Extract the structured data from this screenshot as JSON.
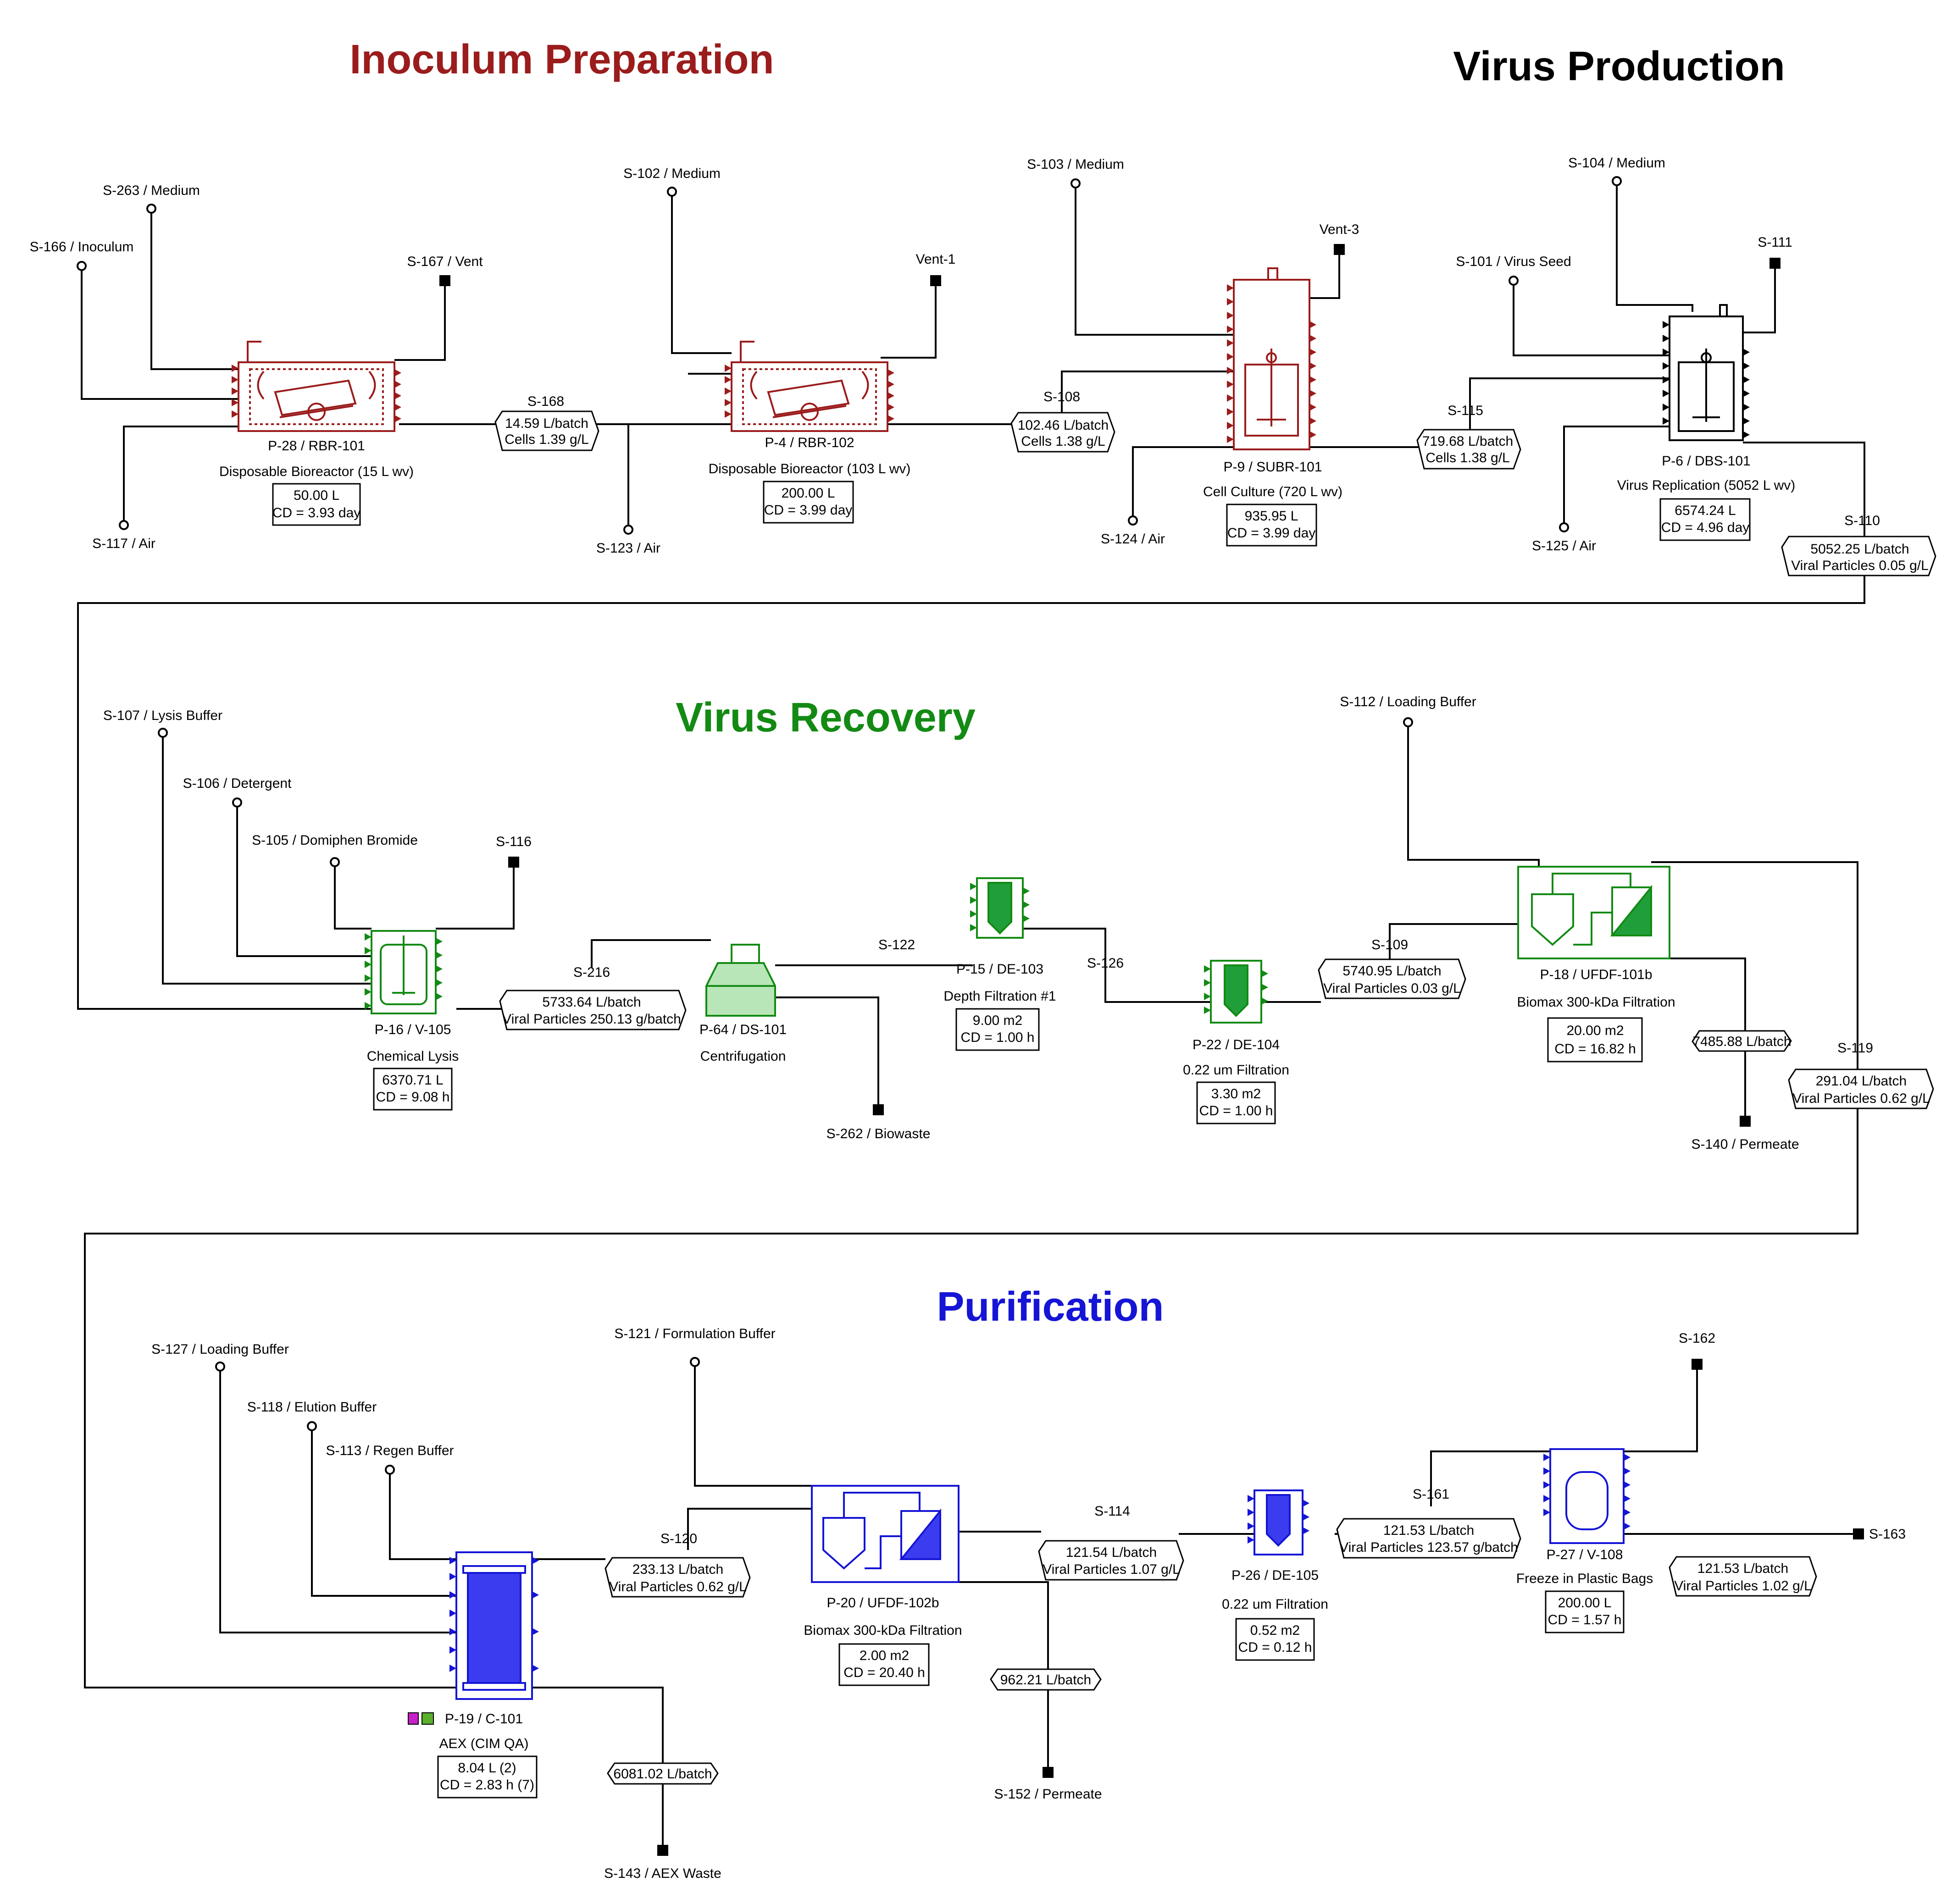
{
  "colors": {
    "inoculum": "#9b1c1c",
    "virus_production": "#000000",
    "recovery": "#138a13",
    "purification": "#1515d6",
    "line": "#000000"
  },
  "sections": {
    "inoculum": "Inoculum Preparation",
    "production": "Virus Production",
    "recovery": "Virus Recovery",
    "purification": "Purification"
  },
  "units": [
    {
      "id": "P-28 / RBR-101",
      "name": "Disposable Bioreactor (15 L wv)",
      "box": [
        "50.00 L",
        "CD = 3.93 day"
      ],
      "icon": "rocking-bioreactor-icon"
    },
    {
      "id": "P-4 / RBR-102",
      "name": "Disposable Bioreactor (103 L wv)",
      "box": [
        "200.00 L",
        "CD = 3.99 day"
      ],
      "icon": "rocking-bioreactor-icon"
    },
    {
      "id": "P-9 / SUBR-101",
      "name": "Cell Culture (720 L wv)",
      "box": [
        "935.95 L",
        "CD = 3.99 day"
      ],
      "icon": "stirred-bioreactor-icon"
    },
    {
      "id": "P-6 / DBS-101",
      "name": "Virus Replication (5052 L wv)",
      "box": [
        "6574.24 L",
        "CD = 4.96 day"
      ],
      "icon": "stirred-bioreactor-icon"
    },
    {
      "id": "P-16 / V-105",
      "name": "Chemical Lysis",
      "box": [
        "6370.71 L",
        "CD = 9.08 h"
      ],
      "icon": "stirred-tank-icon"
    },
    {
      "id": "P-64 / DS-101",
      "name": "Centrifugation",
      "box": [],
      "icon": "disk-stack-centrifuge-icon"
    },
    {
      "id": "P-15 / DE-103",
      "name": "Depth Filtration #1",
      "box": [
        "9.00 m2",
        "CD = 1.00 h"
      ],
      "icon": "depth-filter-icon"
    },
    {
      "id": "P-22 / DE-104",
      "name": "0.22 um Filtration",
      "box": [
        "3.30 m2",
        "CD = 1.00 h"
      ],
      "icon": "depth-filter-icon"
    },
    {
      "id": "P-18 / UFDF-101b",
      "name": "Biomax 300-kDa Filtration",
      "box": [
        "20.00 m2",
        "CD = 16.82 h"
      ],
      "icon": "ufdf-skid-icon"
    },
    {
      "id": "P-19 / C-101",
      "name": "AEX (CIM QA)",
      "box": [
        "8.04 L  (2)",
        "CD = 2.83 h  (7)"
      ],
      "icon": "chromatography-column-icon"
    },
    {
      "id": "P-20 / UFDF-102b",
      "name": "Biomax 300-kDa Filtration",
      "box": [
        "2.00 m2",
        "CD = 20.40 h"
      ],
      "icon": "ufdf-skid-icon"
    },
    {
      "id": "P-26 / DE-105",
      "name": "0.22 um Filtration",
      "box": [
        "0.52 m2",
        "CD = 0.12 h"
      ],
      "icon": "depth-filter-icon"
    },
    {
      "id": "P-27 / V-108",
      "name": "Freeze in Plastic Bags",
      "box": [
        "200.00 L",
        "CD = 1.57 h"
      ],
      "icon": "storage-vessel-icon"
    }
  ],
  "streams": {
    "inputs": [
      "S-263 / Medium",
      "S-166 / Inoculum",
      "S-117 / Air",
      "S-102 / Medium",
      "S-123 / Air",
      "S-103 / Medium",
      "S-124 / Air",
      "S-104 / Medium",
      "S-101 / Virus Seed",
      "S-125 / Air",
      "S-107 / Lysis Buffer",
      "S-106 / Detergent",
      "S-105 / Domiphen Bromide",
      "S-112 / Loading Buffer",
      "S-127 / Loading Buffer",
      "S-118 / Elution Buffer",
      "S-113 / Regen Buffer",
      "S-121 / Formulation Buffer"
    ],
    "outputs": [
      "S-167 / Vent",
      "Vent-1",
      "Vent-3",
      "S-111",
      "S-116",
      "S-262 / Biowaste",
      "S-140 / Permeate",
      "S-143 / AEX Waste",
      "S-152 / Permeate",
      "S-162",
      "S-163"
    ],
    "intermediate": [
      "S-168",
      "S-108",
      "S-115",
      "S-110",
      "S-216",
      "S-122",
      "S-126",
      "S-109",
      "S-119",
      "S-120",
      "S-114",
      "S-161"
    ]
  },
  "flow_boxes": [
    [
      "14.59 L/batch",
      "Cells 1.39 g/L"
    ],
    [
      "102.46 L/batch",
      "Cells 1.38 g/L"
    ],
    [
      "719.68 L/batch",
      "Cells 1.38 g/L"
    ],
    [
      "5052.25 L/batch",
      "Viral Particles  0.05 g/L"
    ],
    [
      "5733.64 L/batch",
      "Viral Particles 250.13 g/batch"
    ],
    [
      "5740.95 L/batch",
      "Viral Particles  0.03 g/L"
    ],
    [
      "7485.88 L/batch"
    ],
    [
      "291.04 L/batch",
      "Viral Particles  0.62 g/L"
    ],
    [
      "233.13 L/batch",
      "Viral Particles 0.62 g/L"
    ],
    [
      "121.54 L/batch",
      "Viral Particles  1.07 g/L"
    ],
    [
      "121.53 L/batch",
      "Viral Particles 123.57 g/batch"
    ],
    [
      "121.53 L/batch",
      "Viral Particles  1.02 g/L"
    ],
    [
      "962.21 L/batch"
    ],
    [
      "6081.02 L/batch"
    ]
  ]
}
